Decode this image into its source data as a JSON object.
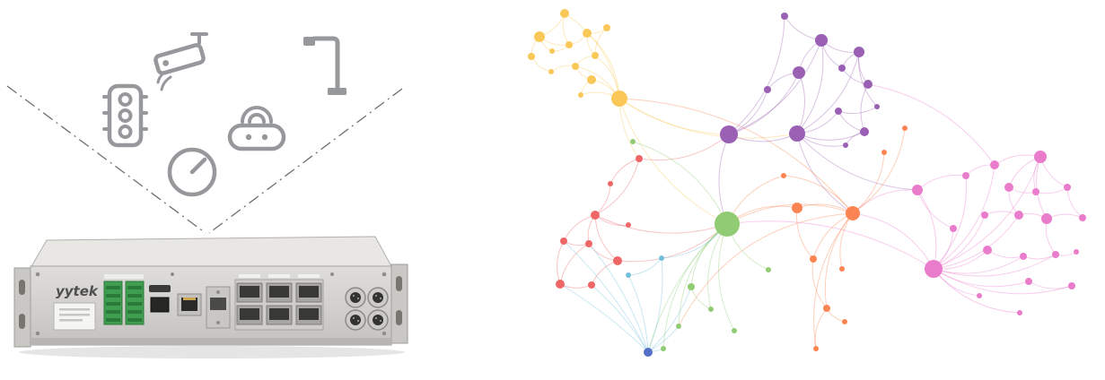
{
  "scene": {
    "background": "#ffffff",
    "caption": ""
  },
  "device": {
    "brand": "yytek",
    "panel_color": "#d4d3d0",
    "terminal_color": "#3f9e4f"
  },
  "icons": {
    "color": "#96989b",
    "items": [
      "traffic-light",
      "cctv-camera",
      "smart-speaker",
      "street-lamp",
      "gauge"
    ]
  },
  "graph": {
    "colors": {
      "y": "#fac858",
      "p": "#9a60b4",
      "k": "#ea7ccc",
      "o": "#fc8452",
      "r": "#ee6666",
      "g": "#91cc75",
      "b": "#5470c6",
      "lb": "#73c0de"
    },
    "edge_opacity": 0.38,
    "default_curveness": 0.22,
    "nodes": [
      [
        629,
        15,
        5,
        "y"
      ],
      [
        601,
        41,
        6,
        "y"
      ],
      [
        592,
        63,
        4,
        "y"
      ],
      [
        615,
        57,
        3,
        "y"
      ],
      [
        634,
        50,
        4,
        "y"
      ],
      [
        654,
        37,
        5,
        "y"
      ],
      [
        676,
        31,
        4,
        "y"
      ],
      [
        663,
        62,
        4,
        "y"
      ],
      [
        641,
        74,
        4,
        "y"
      ],
      [
        614,
        80,
        3,
        "y"
      ],
      [
        659,
        89,
        5,
        "y"
      ],
      [
        690,
        110,
        9,
        "y"
      ],
      [
        647,
        106,
        3,
        "y"
      ],
      [
        874,
        18,
        4,
        "p"
      ],
      [
        915,
        45,
        7,
        "p"
      ],
      [
        957,
        58,
        6,
        "p"
      ],
      [
        938,
        76,
        4,
        "p"
      ],
      [
        967,
        94,
        5,
        "p"
      ],
      [
        890,
        81,
        7,
        "p"
      ],
      [
        855,
        100,
        4,
        "p"
      ],
      [
        812,
        150,
        10,
        "p"
      ],
      [
        888,
        149,
        9,
        "p"
      ],
      [
        934,
        124,
        4,
        "p"
      ],
      [
        963,
        147,
        5,
        "p"
      ],
      [
        942,
        162,
        3,
        "p"
      ],
      [
        977,
        119,
        3,
        "p"
      ],
      [
        1159,
        175,
        7,
        "k"
      ],
      [
        1108,
        184,
        5,
        "k"
      ],
      [
        1076,
        196,
        4,
        "k"
      ],
      [
        1124,
        209,
        5,
        "k"
      ],
      [
        1154,
        214,
        4,
        "k"
      ],
      [
        1189,
        209,
        4,
        "k"
      ],
      [
        1206,
        243,
        4,
        "k"
      ],
      [
        1166,
        244,
        6,
        "k"
      ],
      [
        1135,
        240,
        5,
        "k"
      ],
      [
        1097,
        240,
        4,
        "k"
      ],
      [
        1022,
        212,
        6,
        "k"
      ],
      [
        1040,
        300,
        10,
        "k"
      ],
      [
        1100,
        279,
        5,
        "k"
      ],
      [
        1140,
        286,
        4,
        "k"
      ],
      [
        1176,
        284,
        4,
        "k"
      ],
      [
        1199,
        281,
        3,
        "k"
      ],
      [
        1146,
        314,
        4,
        "k"
      ],
      [
        1194,
        319,
        4,
        "k"
      ],
      [
        1091,
        330,
        3,
        "k"
      ],
      [
        1136,
        349,
        3,
        "k"
      ],
      [
        1062,
        255,
        4,
        "k"
      ],
      [
        950,
        238,
        8,
        "o"
      ],
      [
        888,
        232,
        6,
        "o"
      ],
      [
        906,
        289,
        4,
        "o"
      ],
      [
        938,
        300,
        3,
        "o"
      ],
      [
        921,
        344,
        4,
        "o"
      ],
      [
        941,
        359,
        3,
        "o"
      ],
      [
        909,
        389,
        3,
        "o"
      ],
      [
        985,
        170,
        3,
        "o"
      ],
      [
        873,
        196,
        3,
        "o"
      ],
      [
        1008,
        143,
        3,
        "o"
      ],
      [
        663,
        240,
        5,
        "r"
      ],
      [
        628,
        269,
        4,
        "r"
      ],
      [
        656,
        272,
        4,
        "r"
      ],
      [
        688,
        291,
        5,
        "r"
      ],
      [
        624,
        317,
        5,
        "r"
      ],
      [
        659,
        318,
        4,
        "r"
      ],
      [
        700,
        251,
        3,
        "r"
      ],
      [
        712,
        177,
        4,
        "r"
      ],
      [
        680,
        205,
        3,
        "r"
      ],
      [
        810,
        250,
        14,
        "g"
      ],
      [
        770,
        320,
        4,
        "g"
      ],
      [
        792,
        345,
        3,
        "g"
      ],
      [
        756,
        364,
        3,
        "g"
      ],
      [
        739,
        389,
        3,
        "g"
      ],
      [
        818,
        369,
        3,
        "g"
      ],
      [
        856,
        301,
        3,
        "g"
      ],
      [
        705,
        158,
        3,
        "g"
      ],
      [
        722,
        393,
        5,
        "b"
      ],
      [
        737,
        288,
        3,
        "lb"
      ],
      [
        700,
        307,
        3,
        "lb"
      ]
    ],
    "edges": [
      [
        1,
        0
      ],
      [
        1,
        2
      ],
      [
        1,
        3
      ],
      [
        1,
        4
      ],
      [
        0,
        4
      ],
      [
        3,
        4
      ],
      [
        4,
        5
      ],
      [
        5,
        6
      ],
      [
        5,
        7
      ],
      [
        6,
        7
      ],
      [
        7,
        8
      ],
      [
        8,
        9
      ],
      [
        2,
        9
      ],
      [
        8,
        10
      ],
      [
        10,
        12
      ],
      [
        11,
        0
      ],
      [
        11,
        5
      ],
      [
        11,
        7
      ],
      [
        11,
        8
      ],
      [
        11,
        10
      ],
      [
        11,
        12
      ],
      [
        11,
        20,
        null,
        0.15
      ],
      [
        11,
        21,
        null,
        0.2
      ],
      [
        11,
        66,
        null,
        0.2
      ],
      [
        11,
        64,
        null,
        0.15
      ],
      [
        13,
        14
      ],
      [
        14,
        15
      ],
      [
        15,
        16
      ],
      [
        15,
        17
      ],
      [
        14,
        18
      ],
      [
        18,
        19
      ],
      [
        16,
        17
      ],
      [
        20,
        13
      ],
      [
        20,
        18
      ],
      [
        20,
        19
      ],
      [
        20,
        21
      ],
      [
        20,
        14
      ],
      [
        21,
        14
      ],
      [
        21,
        15
      ],
      [
        21,
        18
      ],
      [
        21,
        22
      ],
      [
        21,
        23
      ],
      [
        21,
        24
      ],
      [
        22,
        23
      ],
      [
        23,
        24
      ],
      [
        17,
        23
      ],
      [
        15,
        25
      ],
      [
        22,
        25
      ],
      [
        14,
        16
      ],
      [
        20,
        66,
        null,
        0.2
      ],
      [
        21,
        47,
        null,
        0.2
      ],
      [
        21,
        36,
        null,
        0.2
      ],
      [
        26,
        27
      ],
      [
        26,
        29
      ],
      [
        26,
        30
      ],
      [
        26,
        31
      ],
      [
        26,
        33
      ],
      [
        27,
        28
      ],
      [
        29,
        30
      ],
      [
        30,
        31
      ],
      [
        31,
        32
      ],
      [
        32,
        33
      ],
      [
        33,
        34
      ],
      [
        34,
        35
      ],
      [
        29,
        34
      ],
      [
        36,
        46
      ],
      [
        28,
        36
      ],
      [
        37,
        26
      ],
      [
        37,
        27
      ],
      [
        37,
        28
      ],
      [
        37,
        34
      ],
      [
        37,
        35
      ],
      [
        37,
        36
      ],
      [
        37,
        38
      ],
      [
        37,
        39
      ],
      [
        37,
        40
      ],
      [
        37,
        42
      ],
      [
        37,
        43
      ],
      [
        37,
        44
      ],
      [
        37,
        45
      ],
      [
        37,
        46
      ],
      [
        38,
        39
      ],
      [
        39,
        40
      ],
      [
        40,
        41
      ],
      [
        42,
        43
      ],
      [
        33,
        40
      ],
      [
        37,
        66,
        null,
        0.18
      ],
      [
        36,
        47
      ],
      [
        27,
        17,
        null,
        0.2
      ],
      [
        37,
        47,
        null,
        0.25
      ],
      [
        47,
        48
      ],
      [
        47,
        49
      ],
      [
        47,
        50
      ],
      [
        47,
        51
      ],
      [
        47,
        54
      ],
      [
        47,
        55
      ],
      [
        47,
        56
      ],
      [
        48,
        49
      ],
      [
        49,
        51
      ],
      [
        51,
        52
      ],
      [
        51,
        53
      ],
      [
        47,
        53
      ],
      [
        47,
        66
      ],
      [
        48,
        66
      ],
      [
        47,
        11,
        null,
        0.22
      ],
      [
        47,
        69,
        null,
        0.28
      ],
      [
        55,
        66
      ],
      [
        57,
        58
      ],
      [
        57,
        59
      ],
      [
        57,
        60
      ],
      [
        57,
        63
      ],
      [
        57,
        64
      ],
      [
        57,
        65
      ],
      [
        58,
        59
      ],
      [
        58,
        61
      ],
      [
        59,
        60
      ],
      [
        59,
        61
      ],
      [
        60,
        62
      ],
      [
        61,
        62
      ],
      [
        64,
        65
      ],
      [
        60,
        66
      ],
      [
        57,
        66,
        null,
        0.2
      ],
      [
        64,
        20,
        null,
        0.22
      ],
      [
        66,
        67
      ],
      [
        66,
        68
      ],
      [
        66,
        69
      ],
      [
        66,
        70
      ],
      [
        66,
        71
      ],
      [
        66,
        72
      ],
      [
        66,
        73
      ],
      [
        67,
        68
      ],
      [
        66,
        74,
        null,
        0.15
      ],
      [
        74,
        58,
        "lb",
        0.08
      ],
      [
        74,
        59,
        "lb",
        0.1
      ],
      [
        74,
        61,
        "lb",
        0.06
      ],
      [
        74,
        62,
        "lb",
        0.08
      ],
      [
        74,
        75,
        "lb",
        0.12
      ],
      [
        74,
        76,
        "lb",
        0.1
      ],
      [
        74,
        67,
        "lb",
        0.12
      ],
      [
        74,
        69,
        "lb",
        0.08
      ],
      [
        74,
        70,
        "lb",
        0.06
      ],
      [
        75,
        66
      ],
      [
        76,
        75
      ]
    ]
  }
}
